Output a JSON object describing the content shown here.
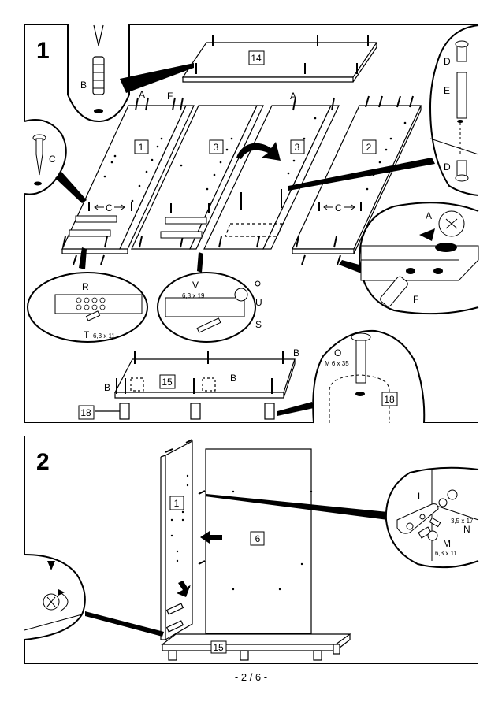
{
  "step1": {
    "number": "1",
    "part_labels": {
      "p14": "14",
      "p1": "1",
      "p3a": "3",
      "p3b": "3",
      "p2": "2",
      "p15": "15",
      "p18a": "18",
      "p18b": "18"
    },
    "hardware_letters": {
      "A1": "A",
      "F1": "F",
      "A2": "A",
      "B_detail": "B",
      "C_detail": "C",
      "C_span1": "C",
      "C_span2": "C",
      "D1": "D",
      "E": "E",
      "D2": "D",
      "A_cam": "A",
      "F_cam": "F",
      "R": "R",
      "T": "T",
      "T_size": "6,3 x 11",
      "V": "V",
      "V_size": "6,3 x 19",
      "U": "U",
      "S": "S",
      "B_a": "B",
      "B_b": "B",
      "B_c": "B",
      "O": "O",
      "O_size": "M 6 x 35"
    }
  },
  "step2": {
    "number": "2",
    "part_labels": {
      "p1": "1",
      "p6": "6",
      "p15": "15"
    },
    "hardware_letters": {
      "L": "L",
      "N": "N",
      "N_size": "3,5 x 17",
      "M": "M",
      "M_size": "6,3 x 11"
    }
  },
  "footer": {
    "page": "- 2 / 6 -"
  }
}
